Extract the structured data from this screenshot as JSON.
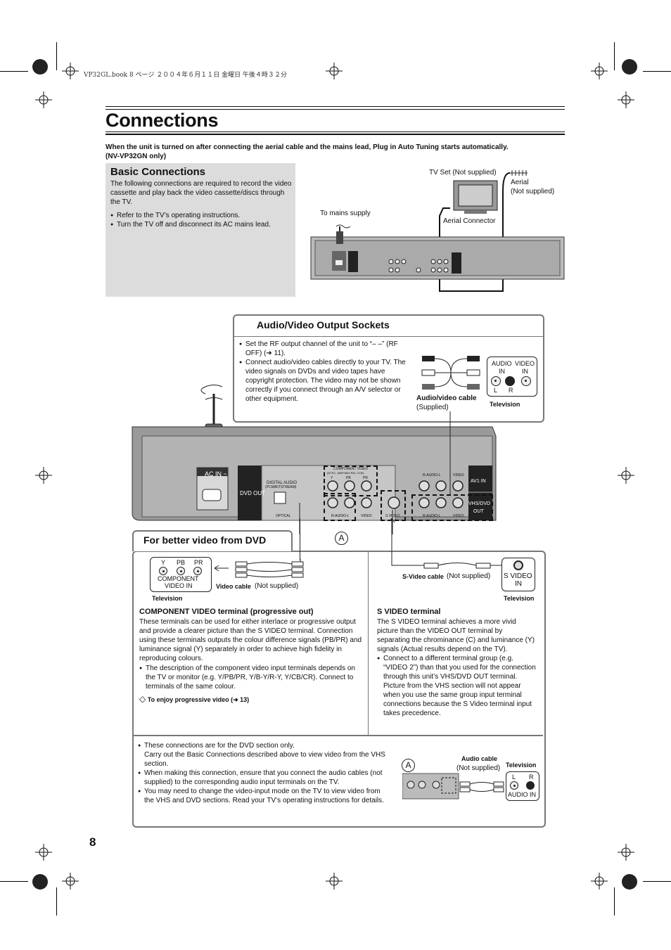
{
  "header": {
    "file_line": "VP32GL.book  8 ページ  ２００４年６月１１日  金曜日  午後４時３２分"
  },
  "title": "Connections",
  "intro": {
    "line1": "When the unit is turned on after connecting the aerial cable and the mains lead, Plug in Auto Tuning starts automatically.",
    "line2": "(NV-VP32GN only)"
  },
  "basic": {
    "heading": "Basic Connections",
    "text": "The following connections are required to record the video cassette and play back the video cassette/discs through the TV.",
    "bullets": [
      "Refer to the TV’s operating instructions.",
      "Turn the TV off and disconnect its AC mains lead."
    ],
    "labels": {
      "tv_set": "TV Set (Not supplied)",
      "aerial": "Aerial",
      "aerial_ns": "(Not supplied)",
      "mains": "To mains supply",
      "aerial_connector": "Aerial Connector"
    }
  },
  "av": {
    "heading": "Audio/Video Output Sockets",
    "bullets": [
      "Set the RF output channel of the unit to “– –” (RF OFF) (➜ 11).",
      "Connect audio/video cables directly to your TV. The video signals on DVDs and video tapes have copyright protection. The video may not be shown correctly if you connect through an A/V selector or other equipment."
    ],
    "cable_label": "Audio/video cable",
    "cable_supplied": "(Supplied)",
    "tv_panel": {
      "audio": "AUDIO",
      "video": "VIDEO",
      "in1": "IN",
      "in2": "IN",
      "l": "L",
      "r": "R"
    },
    "television": "Television"
  },
  "rear": {
    "ac_in": "AC IN ~",
    "dvd_out": "DVD OUT",
    "digital_audio": "DIGITAL AUDIO",
    "pcm": "(PCM/BITSTREAM)",
    "optical": "OPTICAL",
    "component_video": "COMPONENT VIDEO",
    "component_sub": "(NTSC: 480P/480I PAL: 576I)",
    "y": "Y",
    "pb": "PB",
    "pr": "PR",
    "r_audio_l": "R-AUDIO-L",
    "video": "VIDEO",
    "s_video": "S VIDEO",
    "av1_in": "AV1 IN",
    "vhs_dvd_out_1": "VHS/DVD",
    "vhs_dvd_out_2": "OUT",
    "marker": "A"
  },
  "better": {
    "heading": "For better video from DVD",
    "comp_panel": {
      "y": "Y",
      "pb": "PB",
      "pr": "PR",
      "line1": "COMPONENT",
      "line2": "VIDEO IN"
    },
    "video_cable": "Video cable",
    "not_supplied": "(Not supplied)",
    "television": "Television",
    "comp_heading": "COMPONENT VIDEO terminal (progressive out)",
    "comp_text": "These terminals can be used for either interlace or progressive output and provide a clearer picture than the S VIDEO terminal. Connection using these terminals outputs the colour difference signals (PB/PR) and luminance signal (Y) separately in order to achieve high fidelity in reproducing colours.",
    "comp_bullet": "The description of the component video input terminals depends on the TV or monitor (e.g. Y/PB/PR, Y/B-Y/R-Y, Y/CB/CR). Connect to terminals of the same colour.",
    "progressive_note": "To enjoy progressive video (➜ 13)",
    "s_cable": "S-Video cable",
    "s_panel_1": "S VIDEO",
    "s_panel_2": "IN",
    "s_heading": "S VIDEO terminal",
    "s_text": "The S VIDEO terminal achieves a more vivid picture than the VIDEO OUT terminal by separating the chrominance (C) and luminance (Y) signals (Actual results depend on the TV).",
    "s_bullet": "Connect to a different terminal group (e.g. “VIDEO 2”) than that you used for the connection through this unit’s VHS/DVD OUT terminal. Picture from the VHS section will not appear when you use the same group input terminal connections because the S Video terminal input takes precedence.",
    "bottom_bullets": [
      "These connections are for the DVD section only.",
      "Carry out the Basic Connections described above to view video from the VHS section.",
      "When making this connection, ensure that you connect the audio cables (not supplied) to the corresponding audio input terminals on the TV.",
      "You may need to change the video-input mode on the TV to view video from the VHS and DVD sections. Read your TV’s operating instructions for details."
    ],
    "audio_cable": "Audio cable",
    "audio_ns": "(Not supplied)",
    "audio_tv": "Television",
    "audio_in": "AUDIO IN",
    "l": "L",
    "r": "R"
  },
  "page_number": "8"
}
